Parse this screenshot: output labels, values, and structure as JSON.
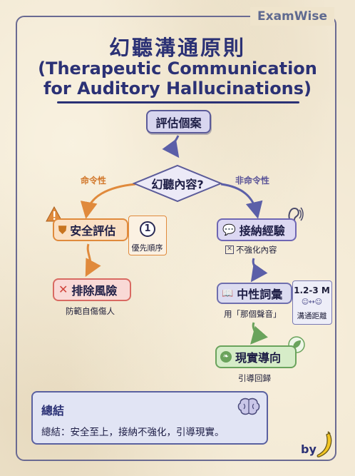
{
  "brand": "ExamWise",
  "title": {
    "zh": "幻聽溝通原則",
    "en_line1": "(Therapeutic Communication",
    "en_line2": "for Auditory Hallucinations)"
  },
  "flow": {
    "start": "評估個案",
    "decision": "幻聽內容?",
    "branch_left_label": "命令性",
    "branch_right_label": "非命令性",
    "left": {
      "safety": {
        "label": "安全評估",
        "icon": "shield-icon"
      },
      "priority": {
        "number": "1",
        "text": "優先順序"
      },
      "risk": {
        "label": "排除風險",
        "icon": "x-icon",
        "sub": "防範自傷傷人"
      }
    },
    "right": {
      "accept": {
        "label": "接納經驗",
        "icon": "speech-bubble-icon",
        "sub": "不強化內容"
      },
      "neutral": {
        "label": "中性詞彙",
        "icon": "book-icon",
        "sub": "用「那個聲音」"
      },
      "distance": {
        "value": "1.2-3 M",
        "text": "溝通距離"
      },
      "reality": {
        "label": "現實導向",
        "icon": "leaf-icon",
        "sub": "引導回歸"
      }
    }
  },
  "summary": {
    "header": "總結",
    "body": "總結：安全至上，接納不強化，引導現實。"
  },
  "byline": "by",
  "colors": {
    "navy": "#2b3175",
    "orange": "#e08a3c",
    "red": "#d96a62",
    "purple": "#6f67b3",
    "green": "#6aa35c"
  }
}
